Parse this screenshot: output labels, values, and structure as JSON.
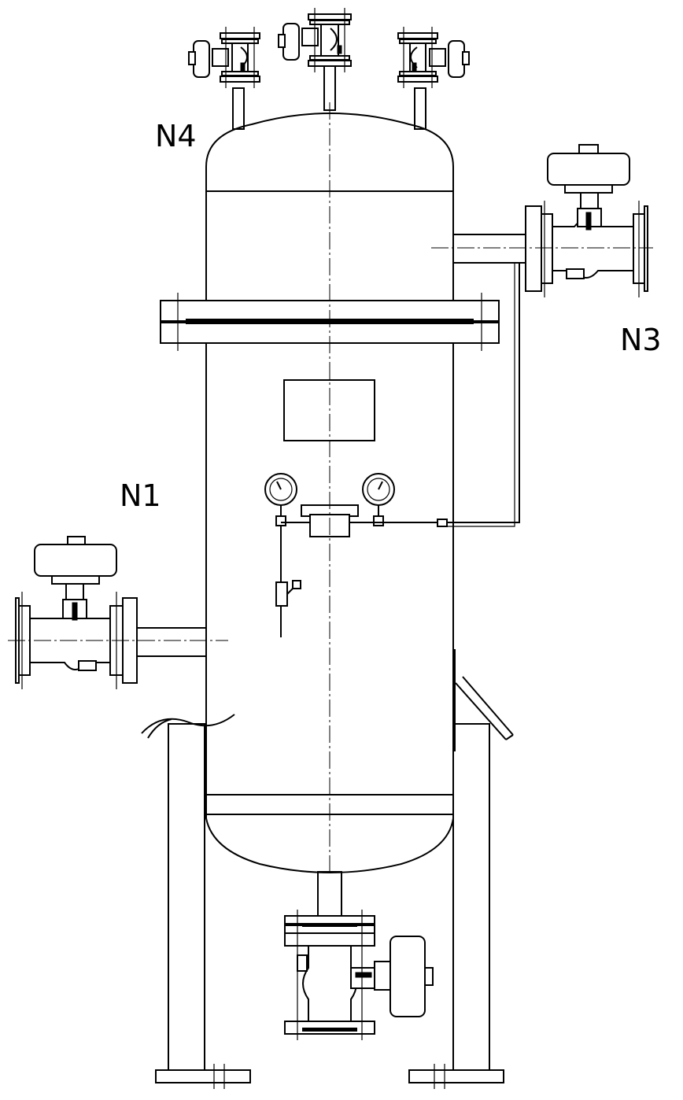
{
  "labels": {
    "n4": "N4",
    "n3": "N3",
    "n1": "N1"
  }
}
